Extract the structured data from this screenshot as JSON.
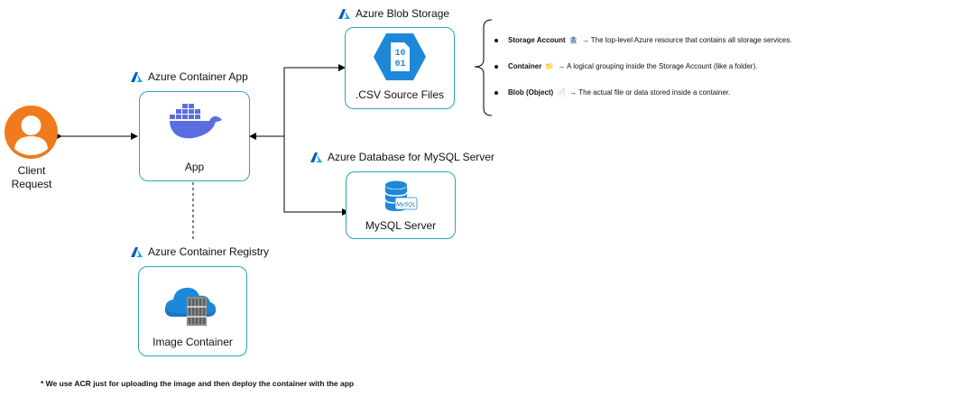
{
  "client": {
    "label_line1": "Client",
    "label_line2": "Request"
  },
  "container_app": {
    "title": "Azure Container App",
    "label": "App",
    "icon": "docker-whale-icon"
  },
  "blob_storage": {
    "title": "Azure Blob Storage",
    "label": ".CSV Source Files",
    "icon": "binary-file-icon"
  },
  "mysql": {
    "title": "Azure Database for MySQL Server",
    "label": "MySQL Server",
    "icon": "mysql-database-icon"
  },
  "registry": {
    "title": "Azure Container Registry",
    "label": "Image Container",
    "icon": "cloud-container-icon"
  },
  "storage_notes": [
    {
      "term": "Storage Account",
      "emoji": "🏦",
      "text": "→ The top-level Azure resource that contains all storage services."
    },
    {
      "term": "Container",
      "emoji": "📁",
      "text": "→ A logical grouping inside the Storage Account (like a folder)."
    },
    {
      "term": "Blob (Object)",
      "emoji": "📄",
      "text": "→ The actual file or data stored inside a container."
    }
  ],
  "footnote": "* We use ACR just for uploading the image and then deploy the container with the app",
  "colors": {
    "node_border": "#2fa3b8",
    "azure_blue": "#0078d4",
    "client_orange": "#f07a1c",
    "docker_blue": "#5b6ee1"
  }
}
